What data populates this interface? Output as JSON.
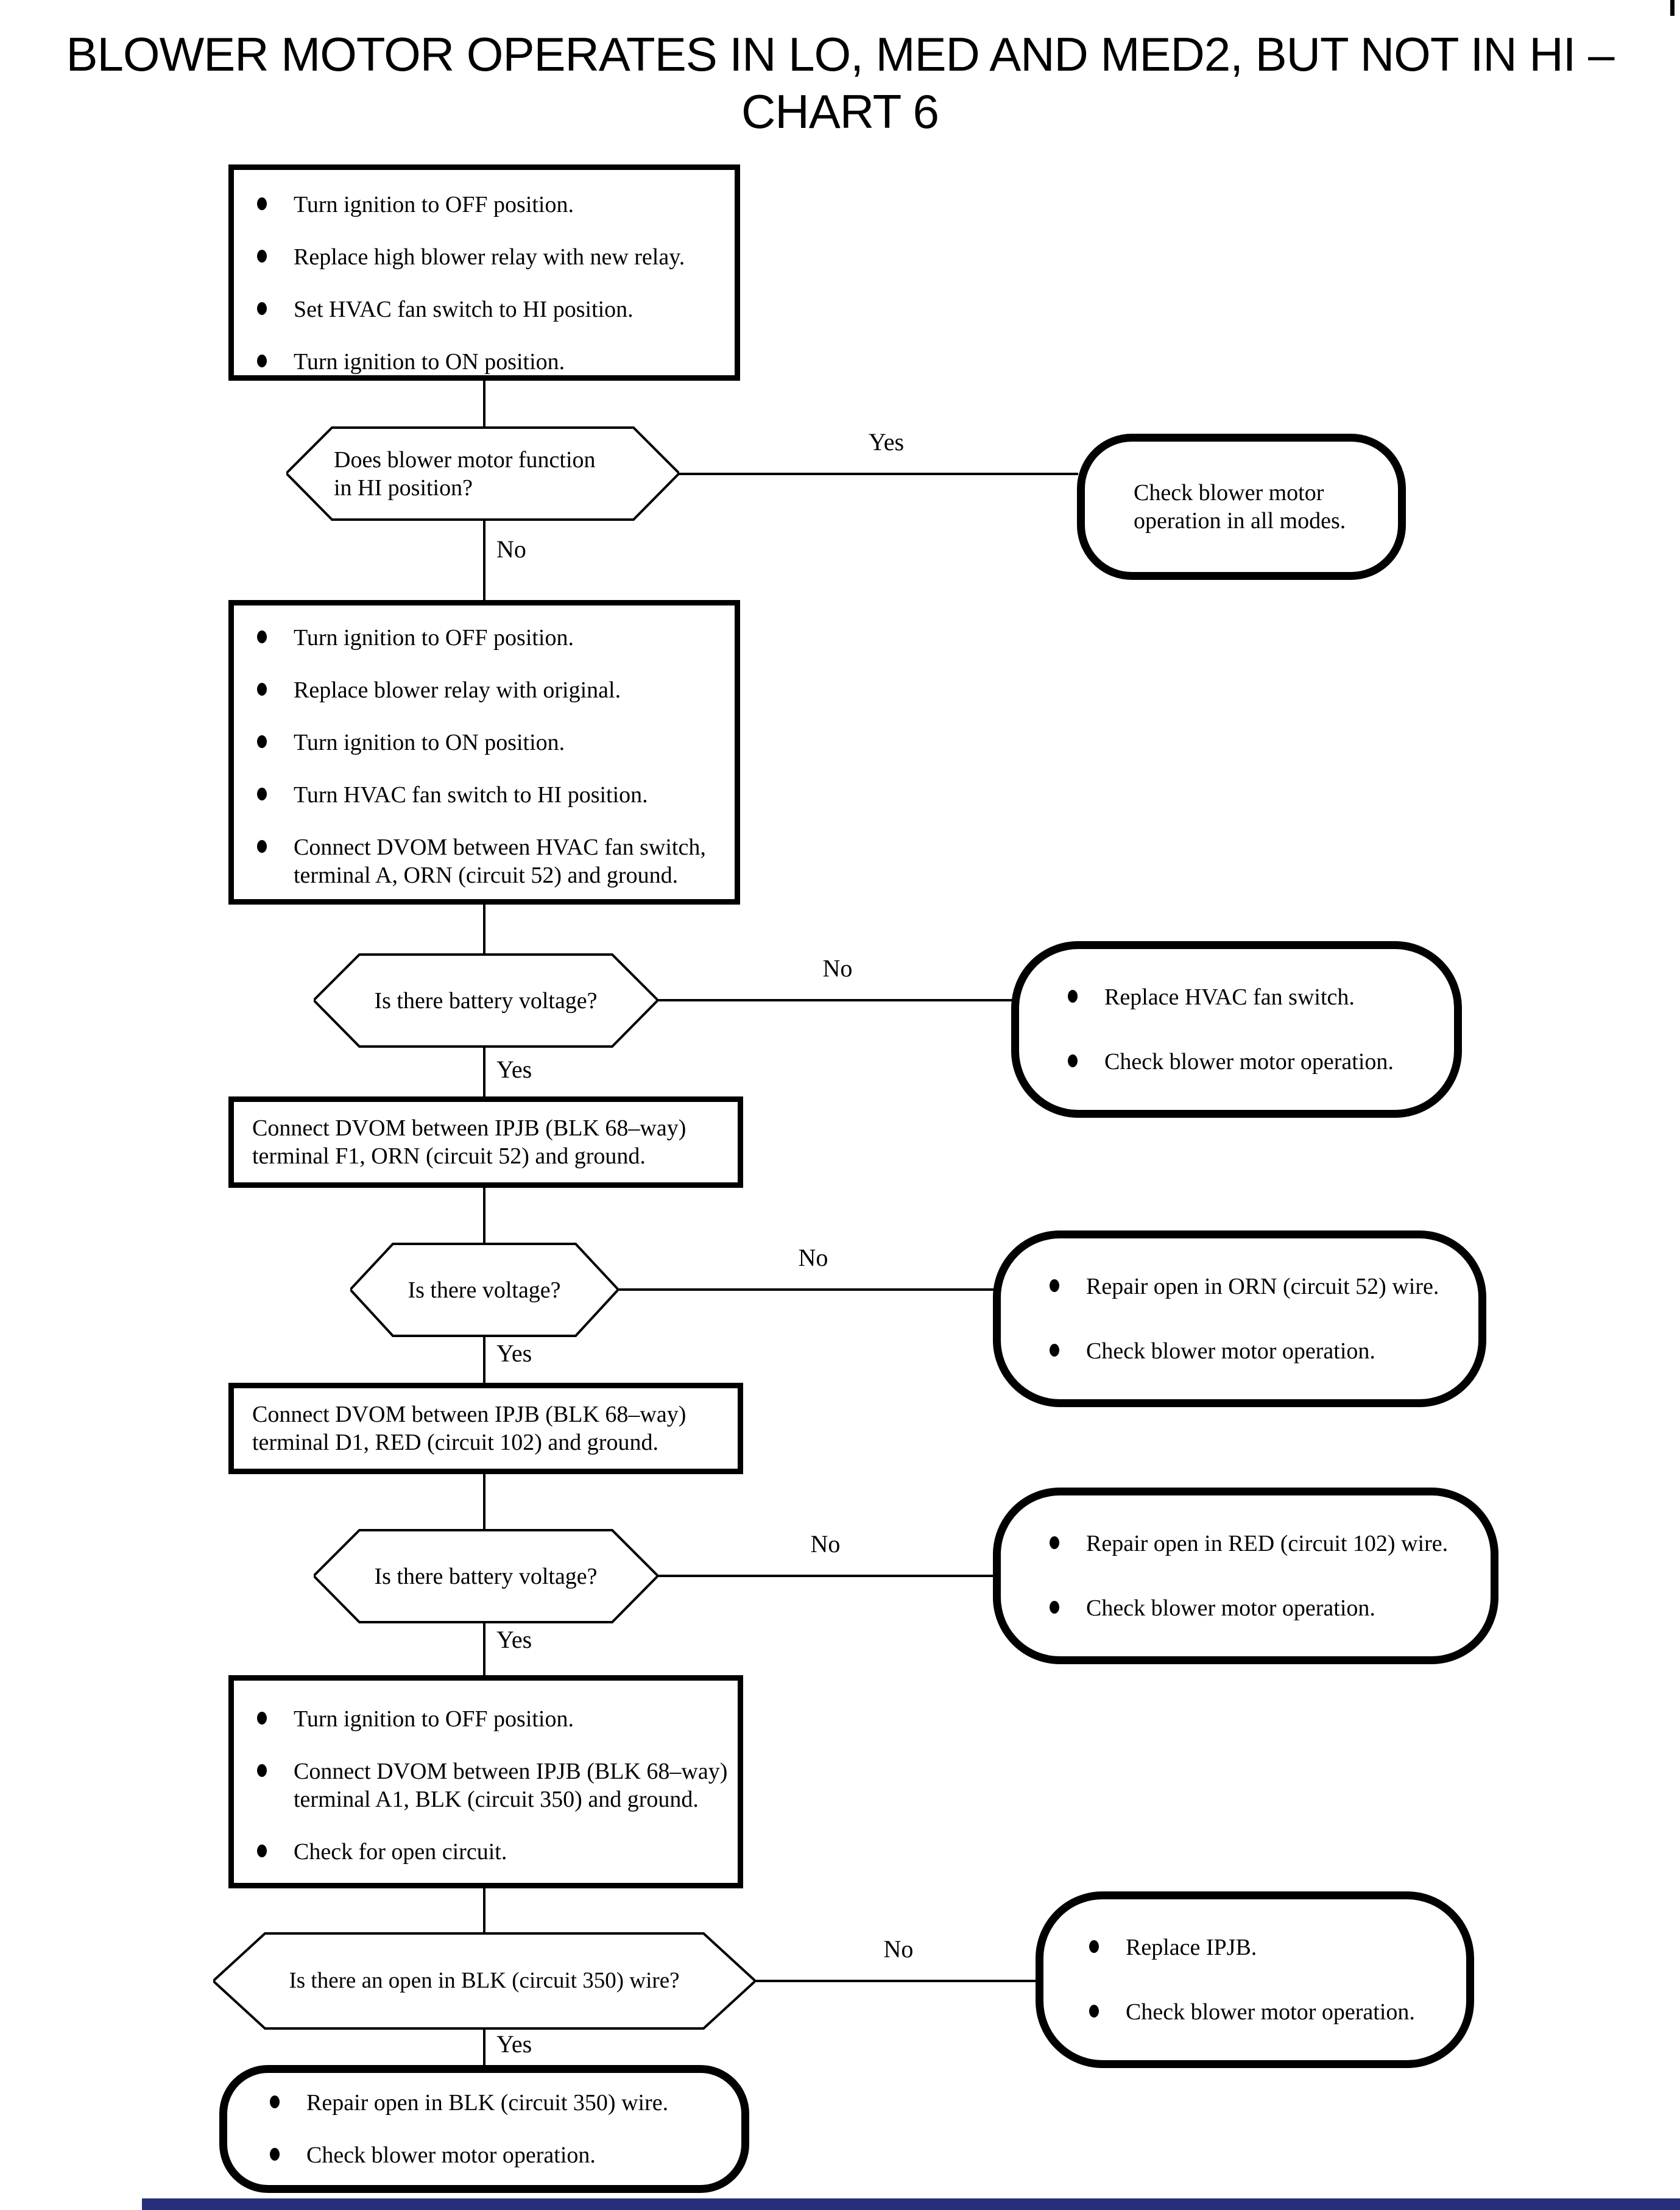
{
  "title": {
    "line1": "BLOWER MOTOR OPERATES IN LO, MED AND MED2, BUT NOT IN HI –",
    "line2": "CHART 6"
  },
  "colors": {
    "diagram_ink": "#000000",
    "footer_bar": "#262f77"
  },
  "flow": {
    "step1": {
      "bullets": [
        "Turn ignition to OFF position.",
        "Replace high blower relay with new relay.",
        "Set HVAC fan switch to HI position.",
        "Turn ignition to ON position."
      ]
    },
    "decision1": {
      "question": "Does blower motor function in HI position?",
      "yes_label": "Yes",
      "no_label": "No"
    },
    "result_yes1": {
      "text": "Check blower motor operation in all modes."
    },
    "step2": {
      "bullets": [
        "Turn ignition to OFF position.",
        "Replace blower relay with original.",
        "Turn ignition to ON position.",
        "Turn HVAC fan switch to HI position.",
        "Connect DVOM between HVAC fan switch, terminal A, ORN (circuit 52) and ground."
      ]
    },
    "decision2": {
      "question": "Is there battery voltage?",
      "yes_label": "Yes",
      "no_label": "No"
    },
    "result_no2": {
      "bullets": [
        "Replace HVAC fan switch.",
        "Check blower motor operation."
      ]
    },
    "step3": {
      "text": "Connect DVOM between IPJB (BLK 68–way) terminal F1, ORN (circuit 52) and ground."
    },
    "decision3": {
      "question": "Is there voltage?",
      "yes_label": "Yes",
      "no_label": "No"
    },
    "result_no3": {
      "bullets": [
        "Repair open in ORN (circuit 52) wire.",
        "Check blower motor operation."
      ]
    },
    "step4": {
      "text": "Connect DVOM between IPJB (BLK 68–way) terminal D1, RED (circuit 102) and ground."
    },
    "decision4": {
      "question": "Is there battery voltage?",
      "yes_label": "Yes",
      "no_label": "No"
    },
    "result_no4": {
      "bullets": [
        "Repair open in RED (circuit 102) wire.",
        "Check blower motor operation."
      ]
    },
    "step5": {
      "bullets": [
        "Turn ignition to OFF position.",
        "Connect DVOM between IPJB (BLK 68–way) terminal A1, BLK (circuit 350) and ground.",
        "Check for open circuit."
      ]
    },
    "decision5": {
      "question": "Is there an open in BLK (circuit 350) wire?",
      "yes_label": "Yes",
      "no_label": "No"
    },
    "result_no5": {
      "bullets": [
        "Replace IPJB.",
        "Check blower motor operation."
      ]
    },
    "result_yes5": {
      "bullets": [
        "Repair open in BLK (circuit 350) wire.",
        "Check blower motor operation."
      ]
    }
  }
}
